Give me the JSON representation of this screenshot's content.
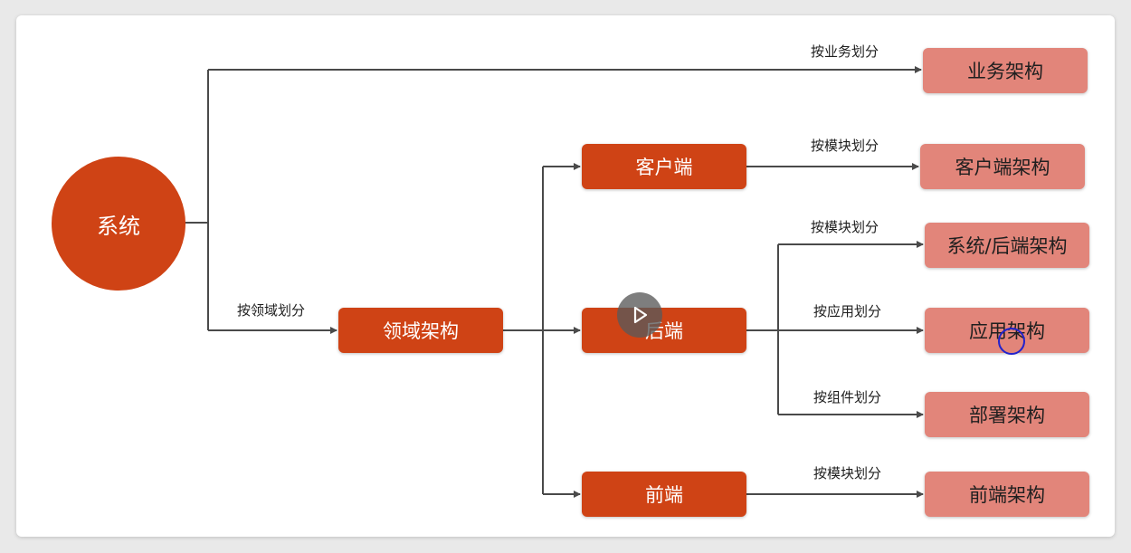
{
  "nodes": {
    "system": "系统",
    "business_arch": "业务架构",
    "domain_arch": "领域架构",
    "client": "客户端",
    "client_arch": "客户端架构",
    "backend": "后端",
    "system_backend_arch": "系统/后端架构",
    "application_arch": "应用架构",
    "deployment_arch": "部署架构",
    "frontend": "前端",
    "frontend_arch": "前端架构"
  },
  "edge_labels": {
    "by_business": "按业务划分",
    "by_domain": "按领域划分",
    "by_module_client": "按模块划分",
    "by_module_backend": "按模块划分",
    "by_application": "按应用划分",
    "by_component": "按组件划分",
    "by_module_frontend": "按模块划分"
  },
  "colors": {
    "primary_node": "#cf4315",
    "secondary_node": "#e2857a",
    "connector": "#4a4a4a"
  },
  "overlay": {
    "play_icon": "play-icon",
    "cursor_icon": "cursor-ring-icon"
  }
}
